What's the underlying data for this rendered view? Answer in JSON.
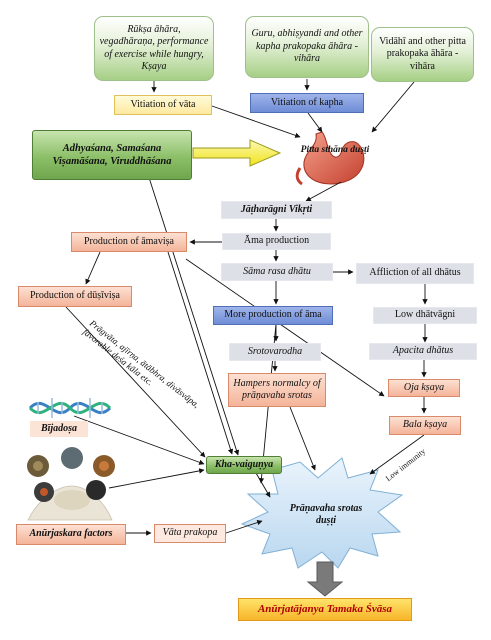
{
  "top": {
    "box1": "Rūkṣa āhāra, vegadhāraṇa, performance of exercise while hungry, Kṣaya",
    "box2": "Guru, abhiṣyandi and other kapha prakopaka āhāra - vihāra",
    "box3": "Vidāhī and other pitta prakopaka āhāra -vihāra"
  },
  "vitiation_vata": "Vitiation of vāta",
  "vitiation_kapha": "Vitiation of kapha",
  "adhyasana": "Adhyaśana, Samaśana Viṣamāśana, Viruddhāśana",
  "pitta_sthana": "Pitta sthāna duṣṭi",
  "jatharagni": "Jāṭharāgni Vikṛti",
  "ama_production": "Āma production",
  "production_amavisa": "Production of āmaviṣa",
  "sama_rasa": "Sāma rasa dhātu",
  "affliction": "Affliction of all dhātus",
  "production_dusivisa": "Production of dūṣīviṣa",
  "more_ama": "More production of āma",
  "low_dhatvagni": "Low dhātvāgni",
  "rotated_text": "Prāgvāta, ajīrṇa, ātābhra, divāsvāpa, favorable deśa kāla etc.",
  "srotovarodha": "Srotovarodha",
  "apacita": "Apacita dhātus",
  "hampers": "Hampers normalcy of prāṇavaha srotas",
  "oja_ksaya": "Oja kṣaya",
  "bijadosa": "Bījadoṣa",
  "bala_ksaya": "Bala kṣaya",
  "kha_vaigunya": "Kha-vaiguṇya",
  "low_immunity": "Low immunity",
  "pranavaha": "Prāṇavaha srotas duṣṭi",
  "anurjaskara": "Anūrjaskara factors",
  "vata_prakopa": "Vāta prakopa",
  "final": "Anūrjatājanya Tamaka Śvāsa"
}
